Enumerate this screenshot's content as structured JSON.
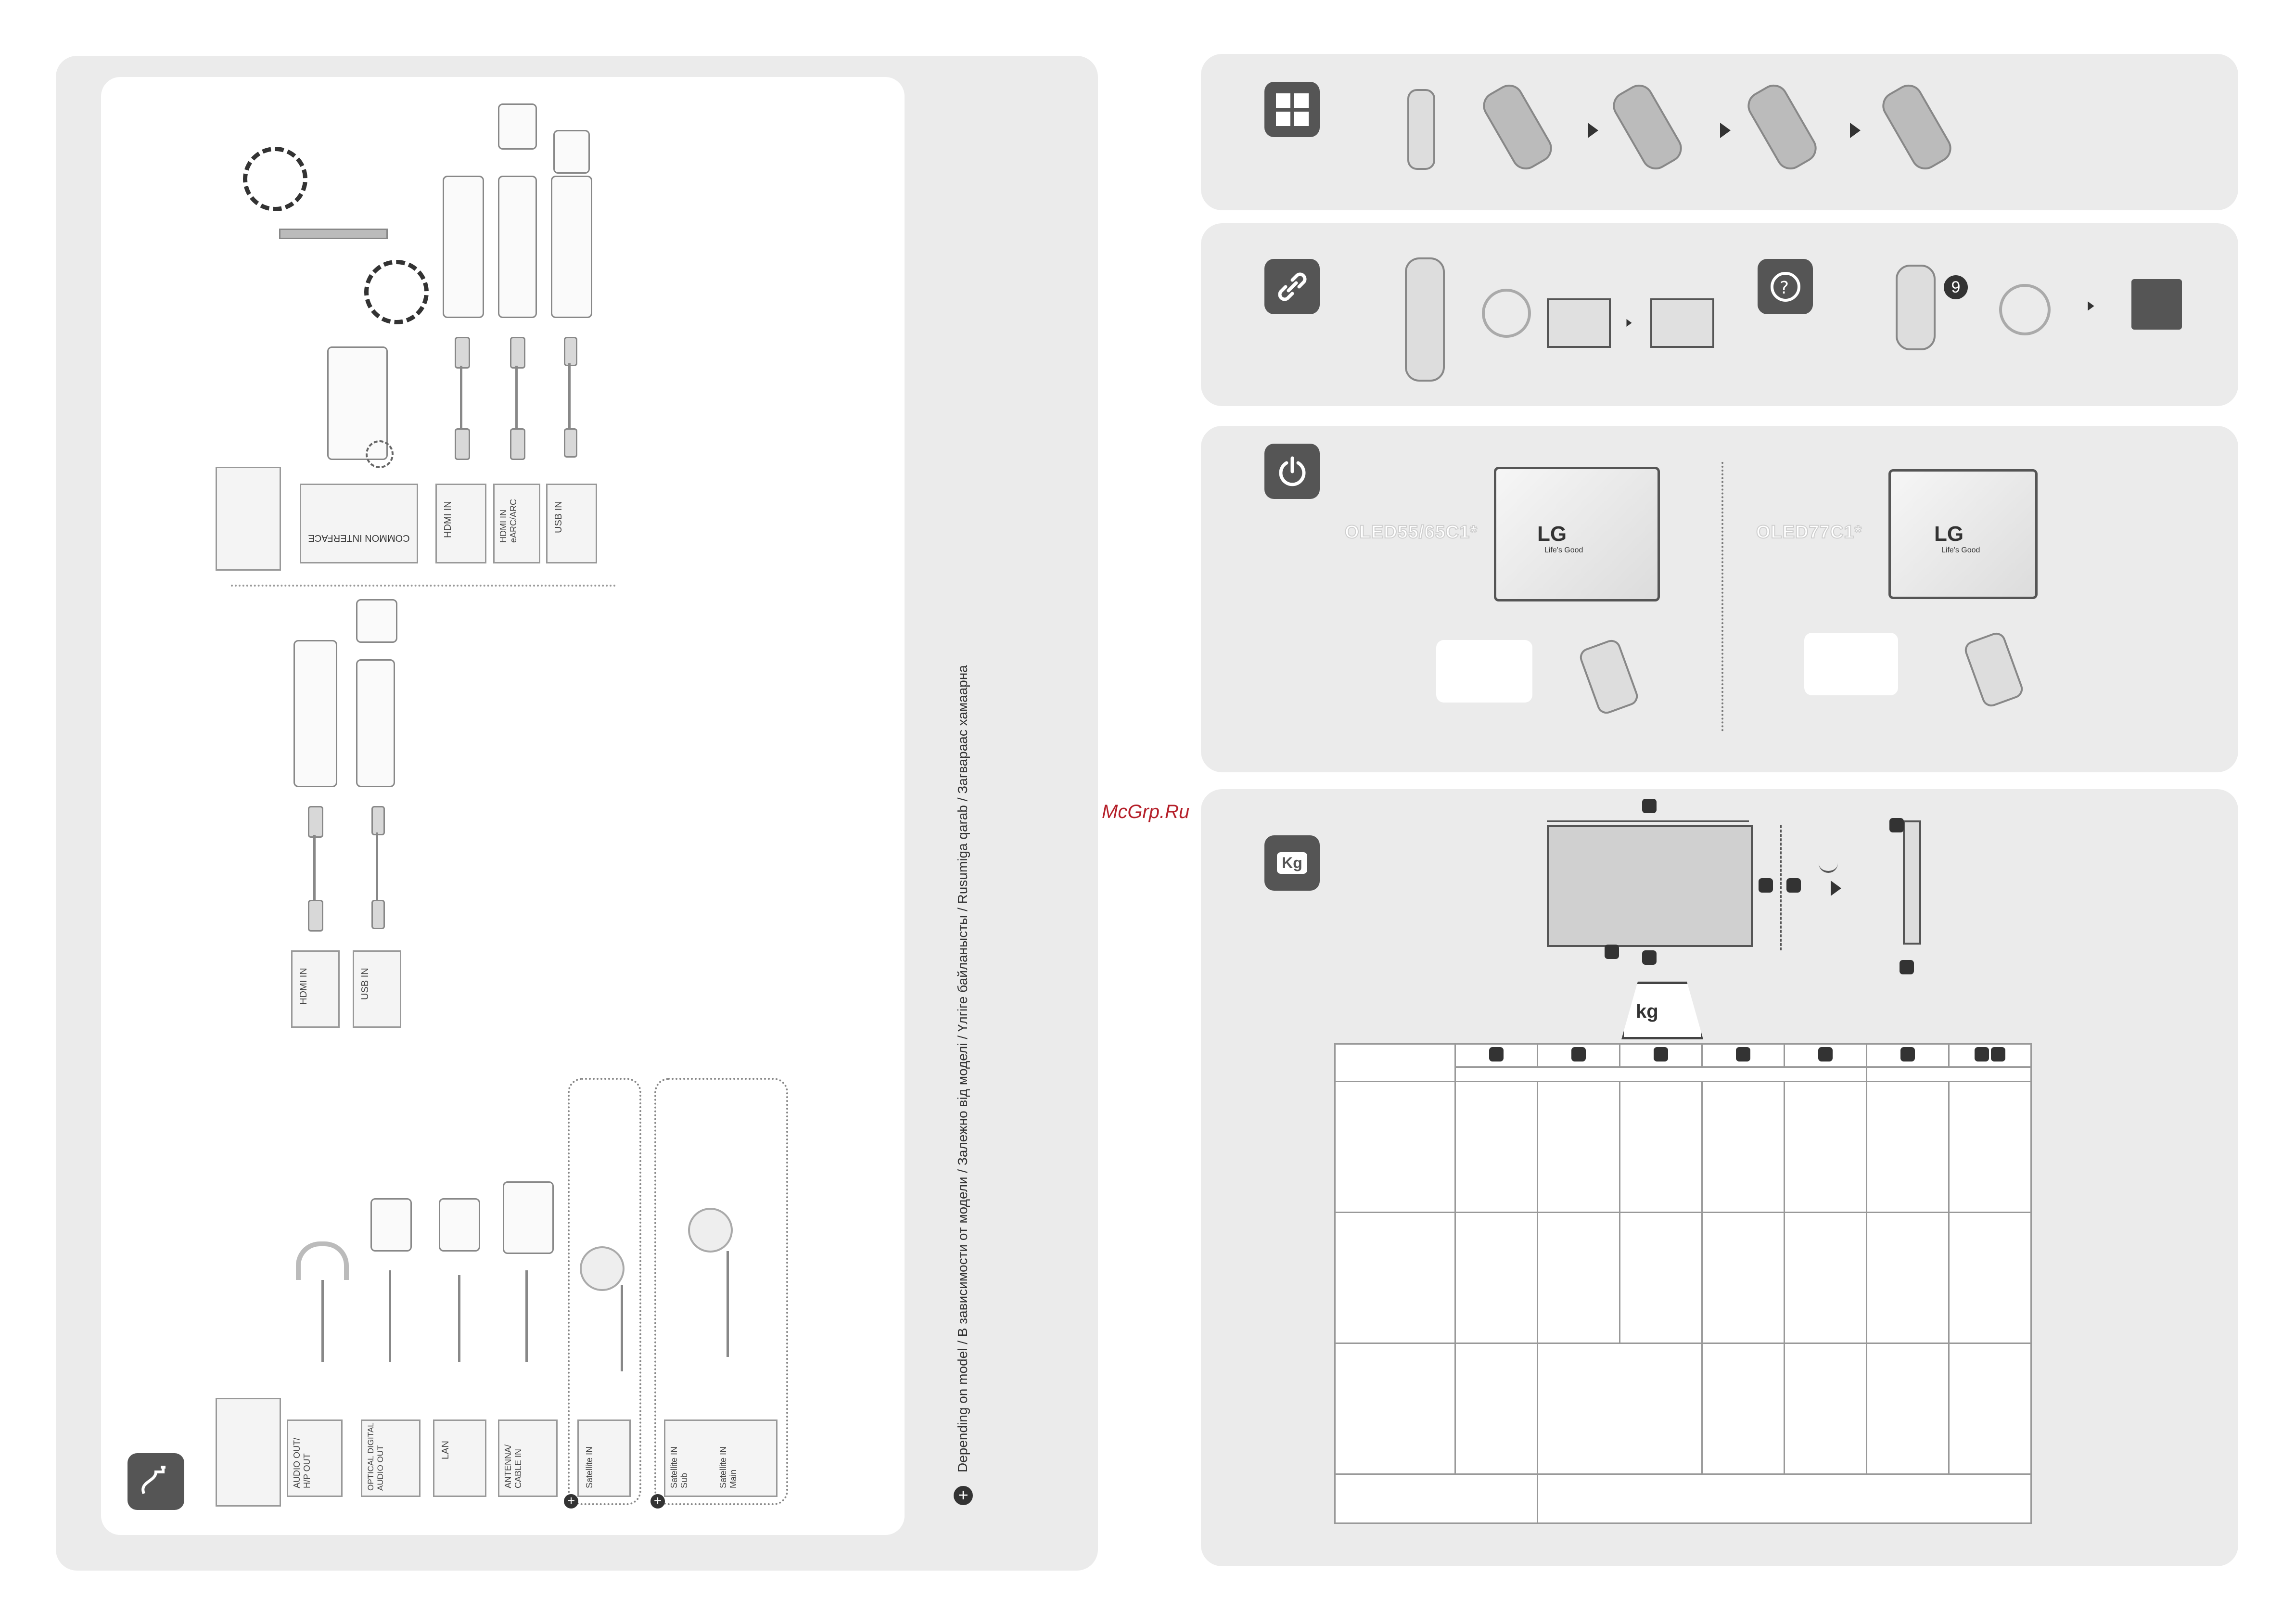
{
  "left_panel": {
    "ports_top": {
      "common_interface": "COMMON INTERFACE",
      "hdmi_in": "HDMI IN",
      "hdmi_in_earc": "HDMI IN\neARC/ARC",
      "usb_in": "USB IN"
    },
    "ports_middle": {
      "hdmi_in": "HDMI IN",
      "usb_in": "USB IN"
    },
    "ports_bottom": {
      "audio_out": "AUDIO OUT/\nH/P OUT",
      "optical": "OPTICAL DIGITAL\nAUDIO OUT",
      "lan": "LAN",
      "antenna": "ANTENNA/\nCABLE IN",
      "satellite": "Satellite IN",
      "satellite_sub": "Satellite IN\nSub",
      "satellite_main": "Satellite IN\nMain"
    },
    "footnote": "Depending on model / В зависимости от модели / Залежно від моделі / Үлгіге байланысты / Rusumiga qarab / Загвараас хамаарна"
  },
  "watermark": "McGrp.Ru",
  "power_section": {
    "model_a": "OLED55/65C1*",
    "model_b": "OLED77C1*",
    "logo": "LG",
    "logo_sub": "Life's Good"
  },
  "remote_step_number": "9",
  "weight_icon_label": "Kg",
  "scale_label": "kg",
  "icons": [
    "battery-icon",
    "link-icon",
    "help-icon",
    "power-icon",
    "weight-icon",
    "connection-icon"
  ],
  "colors": {
    "panel": "#ebebeb",
    "icon_bg": "#555555",
    "accent_green": "#5bbf3a",
    "accent_red": "#c2185b"
  }
}
